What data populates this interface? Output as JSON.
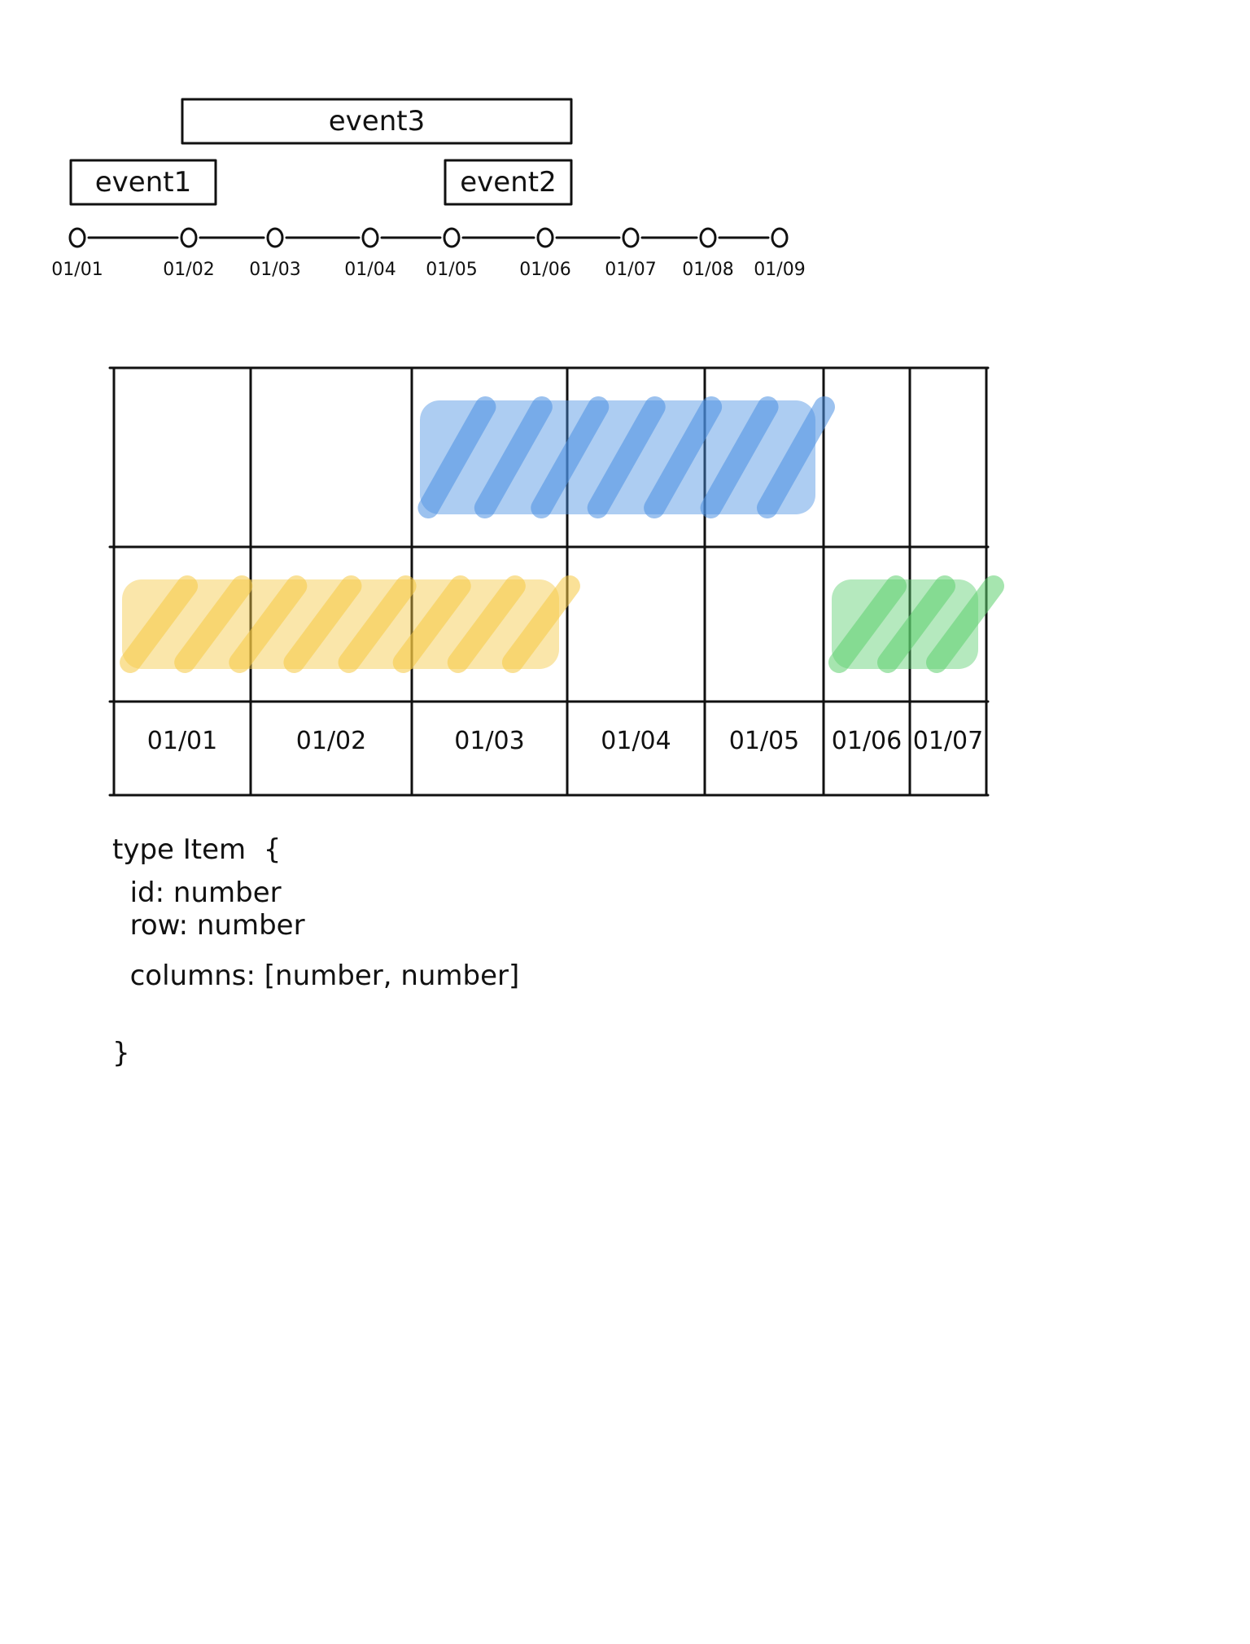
{
  "timeline": {
    "events": [
      {
        "label": "event1",
        "start": "01/01",
        "end": "01/03"
      },
      {
        "label": "event2",
        "start": "01/05",
        "end": "01/07"
      },
      {
        "label": "event3",
        "start": "01/02",
        "end": "01/07"
      }
    ],
    "dates": [
      "01/01",
      "01/02",
      "01/03",
      "01/04",
      "01/05",
      "01/06",
      "01/07",
      "01/08",
      "01/09"
    ]
  },
  "grid": {
    "columns": [
      "01/01",
      "01/02",
      "01/03",
      "01/04",
      "01/05",
      "01/06",
      "01/07"
    ],
    "bars": [
      {
        "row": 1,
        "columns": [
          2,
          4
        ],
        "color": "#4a90e2"
      },
      {
        "row": 2,
        "columns": [
          0,
          2
        ],
        "color": "#f5c842"
      },
      {
        "row": 2,
        "columns": [
          5,
          6
        ],
        "color": "#5ccf6e"
      }
    ]
  },
  "code": {
    "lines": [
      "type Item  {",
      "  id: number",
      "  row: number",
      "  columns: [number, number]",
      "}"
    ]
  }
}
